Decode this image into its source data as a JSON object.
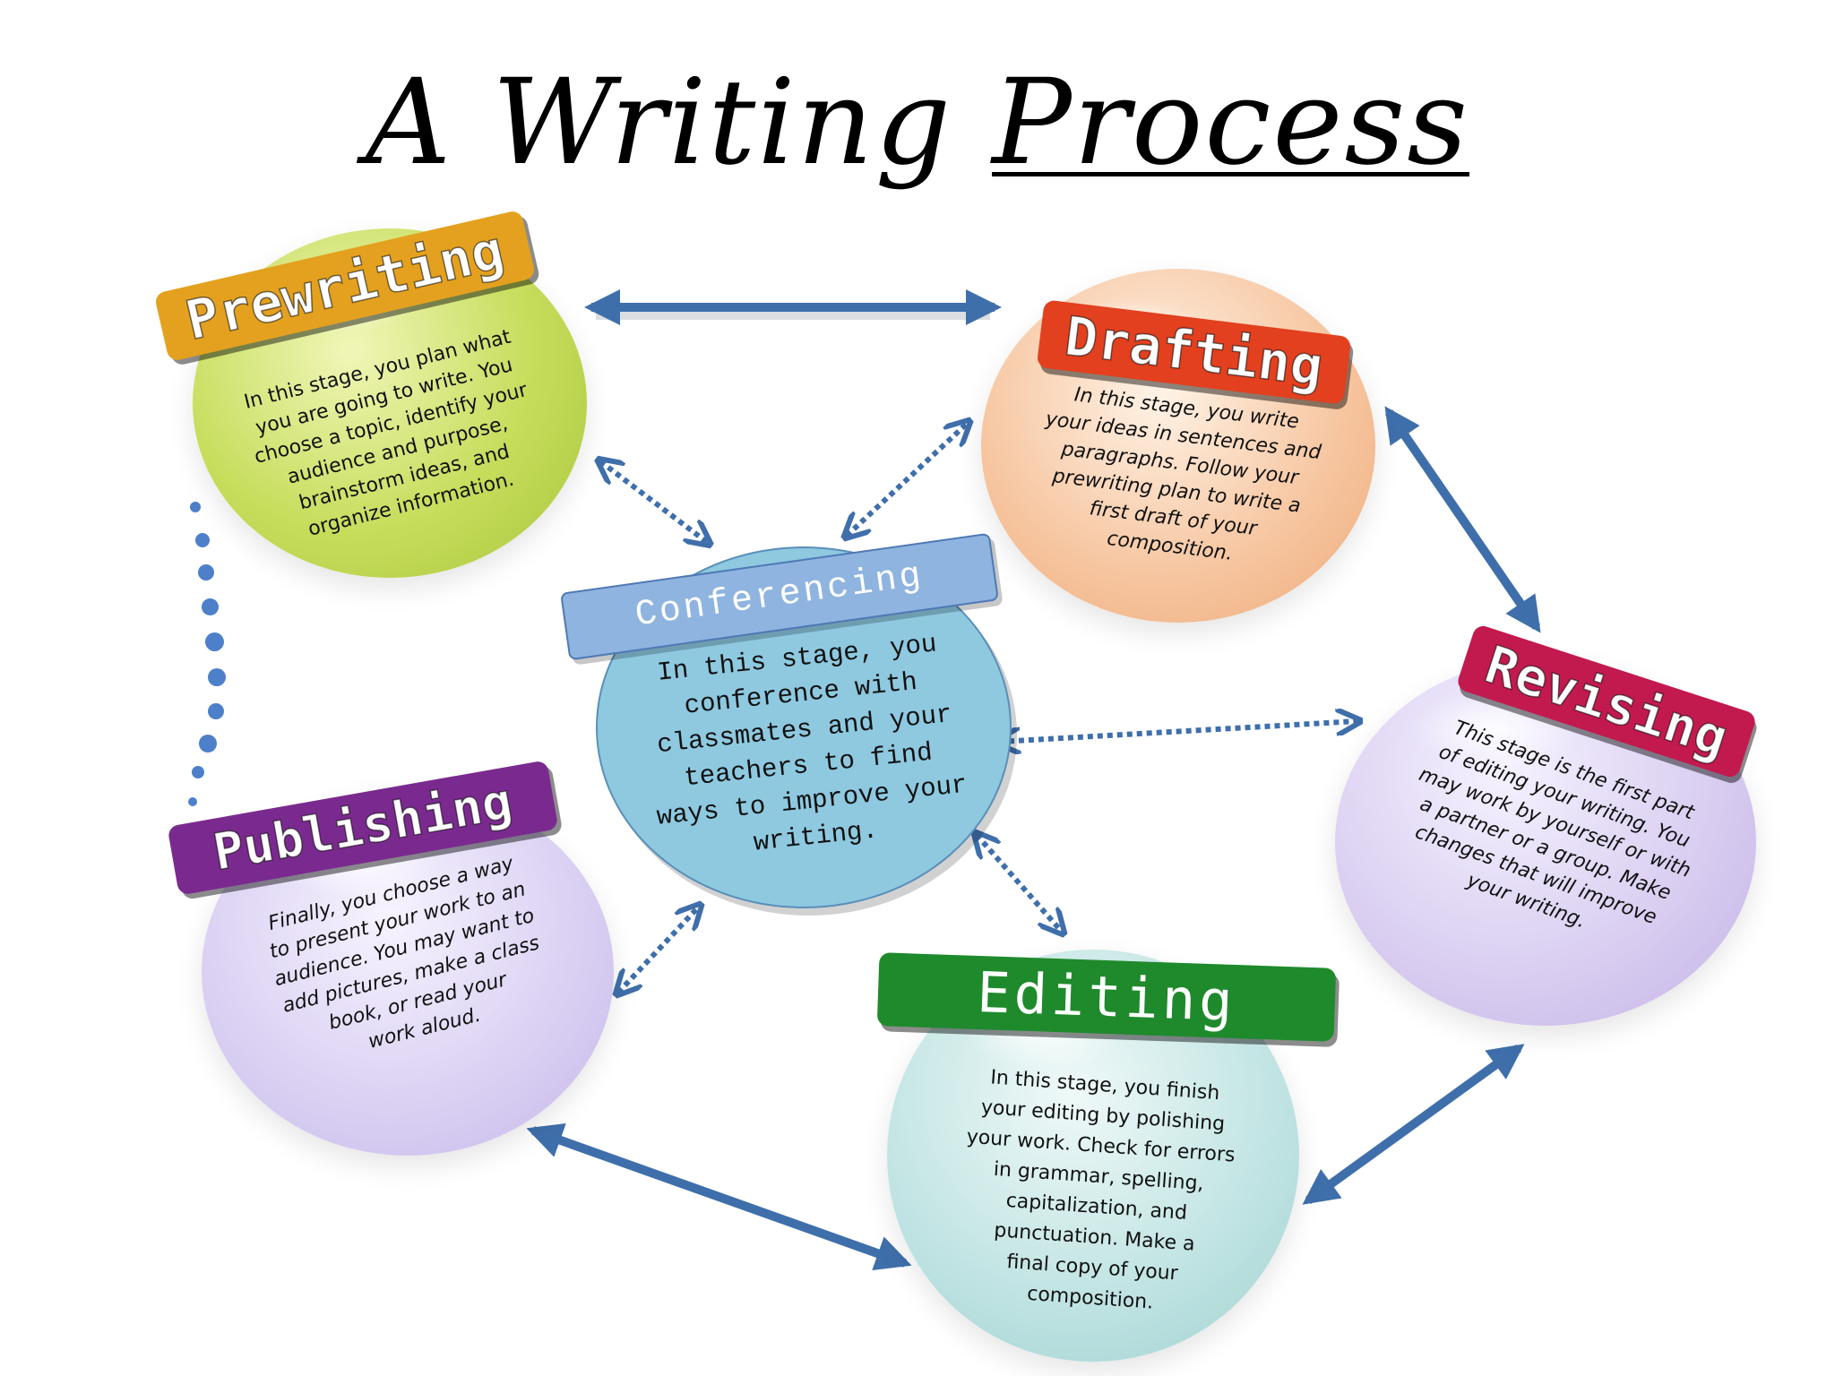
{
  "title": {
    "part1": "A Writing",
    "part2": "Process"
  },
  "stages": {
    "prewriting": {
      "label": "Prewriting",
      "text": "In this stage, you plan what\nyou are going to write. You\nchoose a topic, identify your\naudience and purpose,\nbrainstorm ideas, and\norganize information."
    },
    "drafting": {
      "label": "Drafting",
      "text": "In this stage, you write\nyour ideas in sentences and\nparagraphs. Follow your\nprewriting plan to write a\nfirst draft of your\ncomposition."
    },
    "revising": {
      "label": "Revising",
      "text": "This stage is the first part\nof editing your writing. You\nmay work by yourself or with\na partner or a group. Make\nchanges that will improve\nyour writing."
    },
    "editing": {
      "label": "Editing",
      "text": "In this stage, you finish\nyour editing by polishing\nyour work. Check for errors\nin grammar, spelling,\ncapitalization, and\npunctuation. Make a\nfinal copy of your\ncomposition."
    },
    "publishing": {
      "label": "Publishing",
      "text": "Finally, you choose a way\nto present your work to an\naudience. You may want to\nadd pictures, make a class\nbook, or read your\nwork aloud."
    },
    "conferencing": {
      "label": "Conferencing",
      "text": "In this stage, you\nconference with\nclassmates and your\nteachers to find\nways to improve your\nwriting."
    }
  },
  "colors": {
    "arrow": "#3f6fab",
    "prewriting_bubble": "#c6dd5c",
    "prewriting_label": "#e3a11f",
    "drafting_bubble": "#f6c49e",
    "drafting_label": "#e2401f",
    "revising_bubble": "#d8ccf0",
    "revising_label": "#c21a4e",
    "editing_bubble": "#bfe3e2",
    "editing_label": "#1f8a2c",
    "publishing_bubble": "#d9cff2",
    "publishing_label": "#7a2a8f",
    "conferencing_bubble": "#8ec9e0",
    "conferencing_label": "#8fb4e0"
  }
}
